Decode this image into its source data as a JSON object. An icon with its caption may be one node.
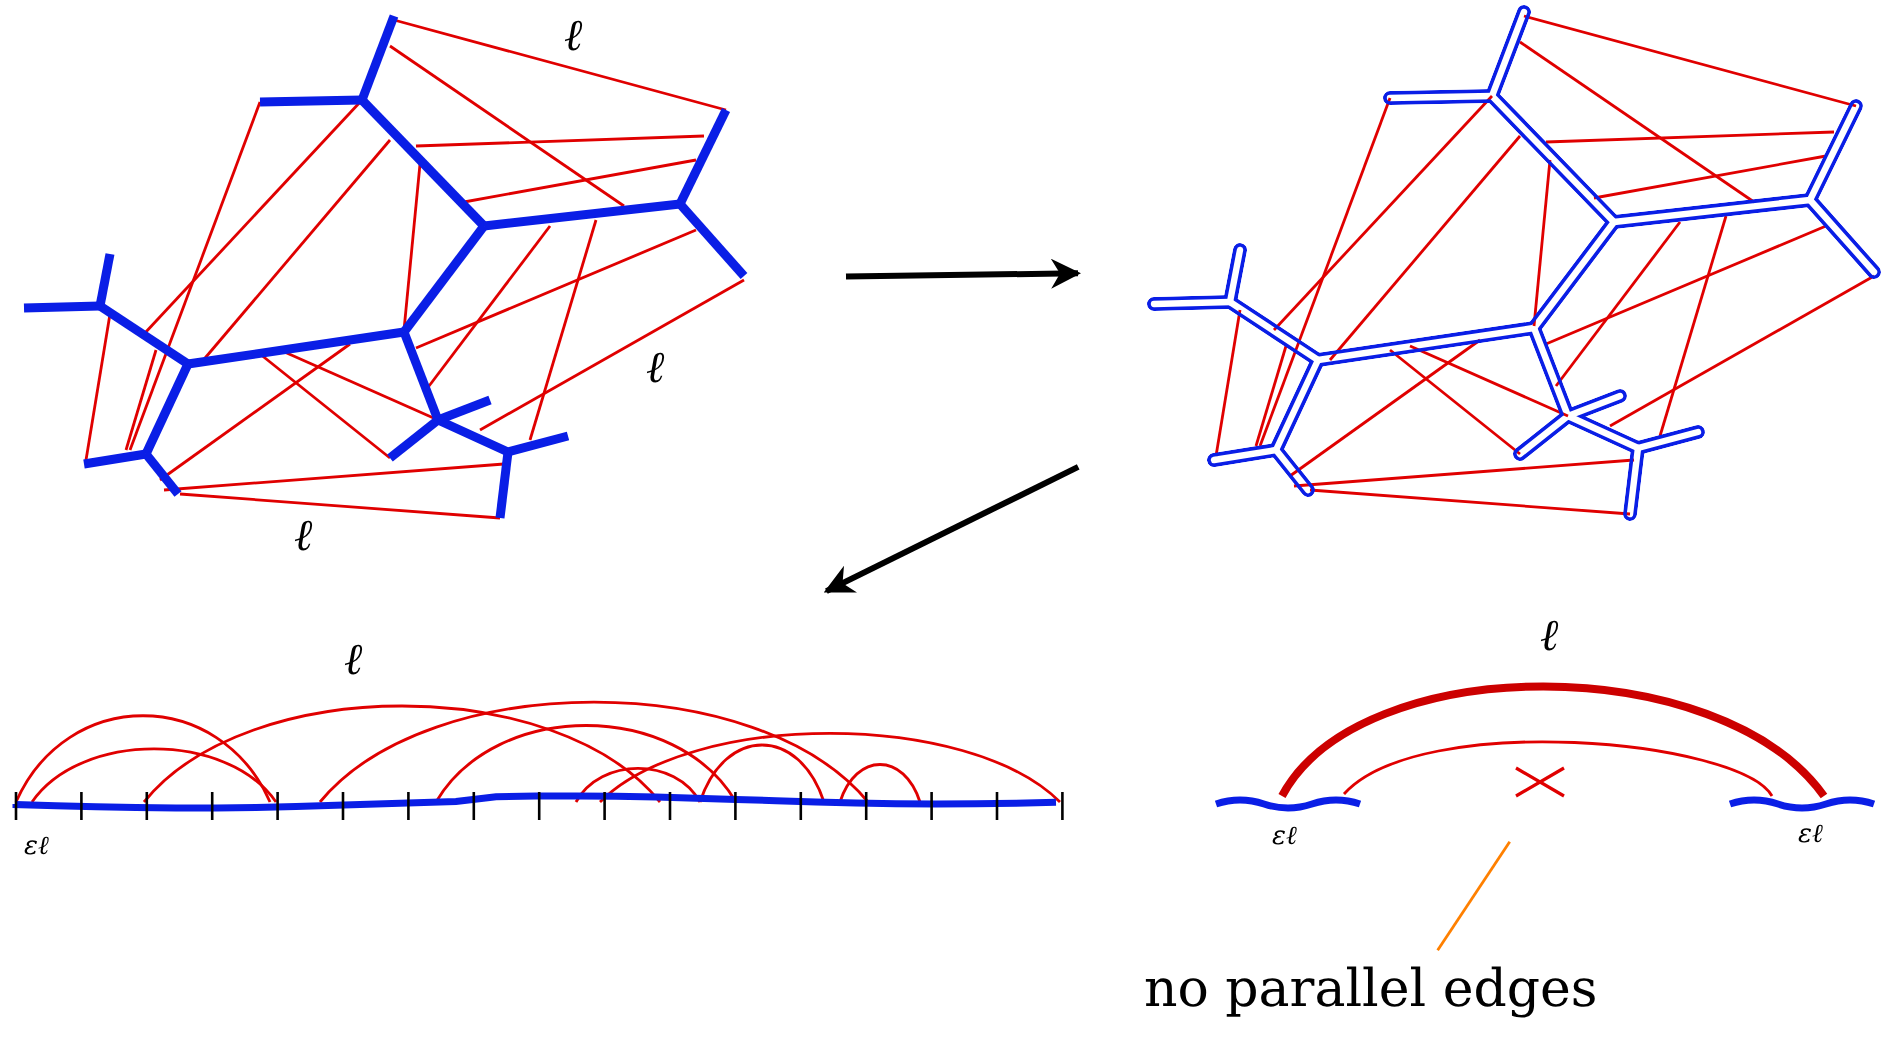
{
  "diagram": {
    "nodes": [
      {
        "text": [],
        "shape": "picture"
      },
      {
        "text": [],
        "shape": "picture"
      },
      {
        "text": [],
        "shape": "picture"
      },
      {
        "text": [],
        "shape": "picture"
      },
      {
        "text": [
          "no parallel edges"
        ]
      },
      {
        "text": [],
        "shape": "cross",
        "in": 3
      }
    ],
    "edges": [
      {
        "from": 0,
        "to": 1,
        "arrow": "to"
      },
      {
        "from": 1,
        "to": 2,
        "arrow": "to"
      },
      {
        "from": 4,
        "to": 5,
        "arrow": "none",
        "color": "#ff8000"
      }
    ],
    "labels": [
      "ℓ",
      "ℓ",
      "ℓ",
      "ℓ",
      "εℓ",
      "ℓ",
      "εℓ",
      "εℓ"
    ]
  }
}
